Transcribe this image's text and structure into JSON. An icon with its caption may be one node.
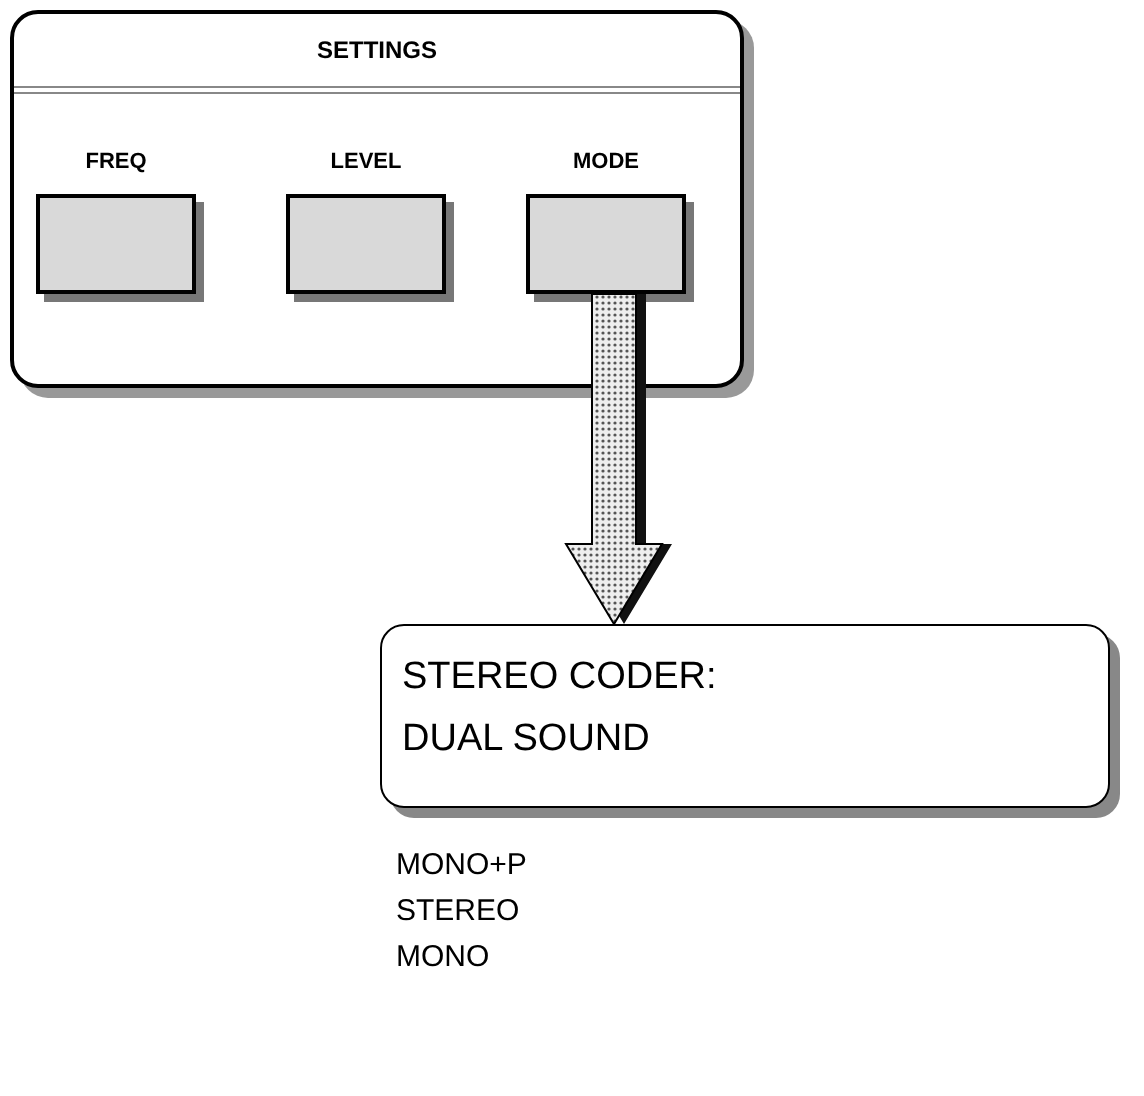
{
  "diagram": {
    "nodes": [
      {
        "text": [
          "SETTINGS"
        ]
      },
      {
        "text": [
          "FREQ"
        ],
        "in": 0
      },
      {
        "text": [
          "LEVEL"
        ],
        "in": 0
      },
      {
        "text": [
          "MODE"
        ],
        "in": 0
      },
      {
        "text": [
          "STEREO CODER: DUAL SOUND"
        ],
        "beside": [
          "MONO+P",
          "STEREO",
          "MONO"
        ]
      }
    ],
    "edges": [
      {
        "from": 3,
        "to": 4,
        "arrow": "to",
        "style": "thick"
      }
    ]
  }
}
